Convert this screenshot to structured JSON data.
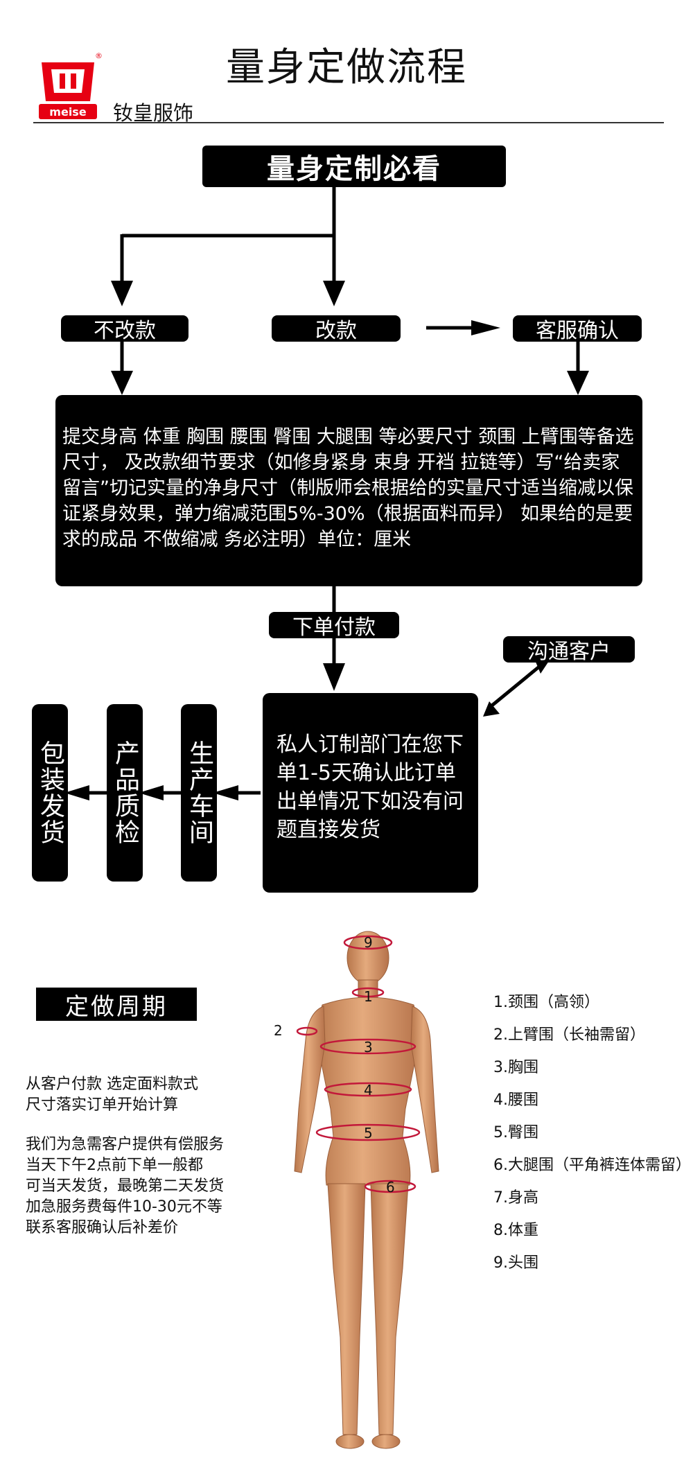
{
  "header": {
    "title": "量身定做流程",
    "brand": "钕皇服饰",
    "logo_text": "meise",
    "logo_registered": "®"
  },
  "flow": {
    "main_title": "量身定制必看",
    "no_change": "不改款",
    "change": "改款",
    "customer_service": "客服确认",
    "instructions": "提交身高 体重 胸围 腰围 臀围 大腿围 等必要尺寸 颈围 上臂围等备选尺寸， 及改款细节要求（如修身紧身 束身 开裆 拉链等）写“给卖家留言”切记实量的净身尺寸（制版师会根据给的实量尺寸适当缩减以保证紧身效果，弹力缩减范围5%-30%（根据面料而异） 如果给的是要求的成品 不做缩减 务必注明）单位：厘米",
    "order_payment": "下单付款",
    "contact_customer": "沟通客户",
    "factory_text": "私人订制部门在您下单1-5天确认此订单出单情况下如没有问题直接发货",
    "workshop": "生产车间",
    "quality_check": "产品质检",
    "pack_ship": "包装发货"
  },
  "cycle": {
    "title": "定做周期",
    "paragraph_1": [
      "从客户付款 选定面料款式",
      "尺寸落实订单开始计算"
    ],
    "paragraph_2": [
      "我们为急需客户提供有偿服务",
      "当天下午2点前下单一般都",
      "可当天发货，最晚第二天发货",
      "加急服务费每件10-30元不等",
      "联系客服确认后补差价"
    ]
  },
  "measurements": {
    "labels": [
      "1.颈围（高领）",
      "2.上臂围（长袖需留）",
      "3.胸围",
      "4.腰围",
      "5.臀围",
      "6.大腿围（平角裤连体需留）",
      "7.身高",
      "8.体重",
      "9.头围"
    ],
    "figure_numbers": [
      "1",
      "2",
      "3",
      "4",
      "5",
      "6",
      "9"
    ]
  },
  "colors": {
    "box_bg": "#000000",
    "box_text": "#ffffff",
    "logo_red": "#e60012",
    "skin": "#d99a6c",
    "measure_line": "#c2183a"
  }
}
